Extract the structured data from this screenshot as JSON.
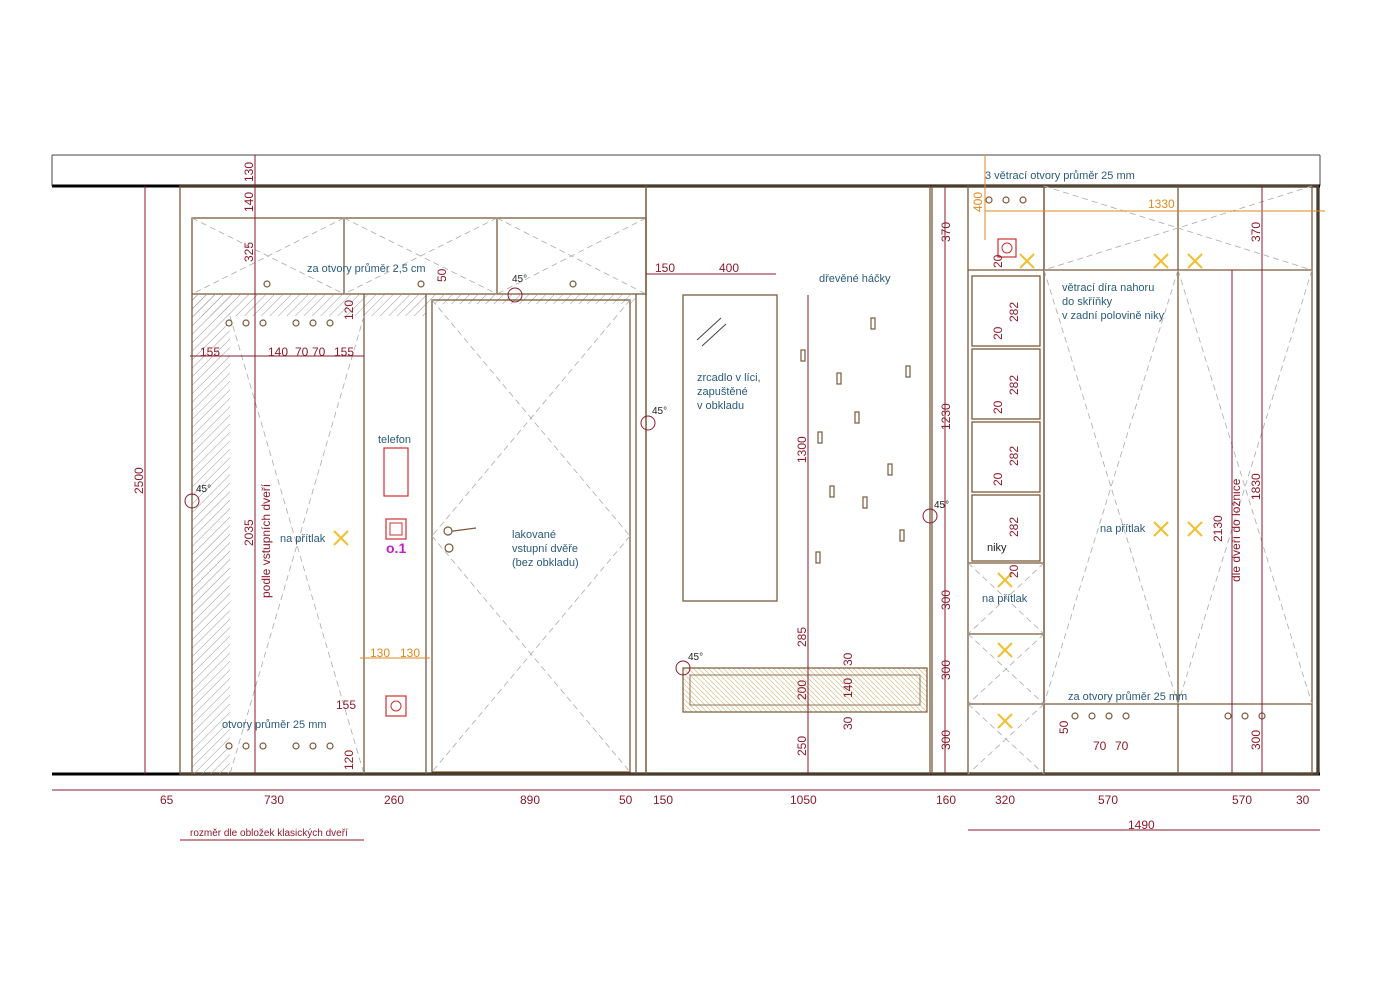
{
  "notes": {
    "vent_top": "3 větrací otvory průměr 25 mm",
    "holes_25cm": "za otvory průměr 2,5 cm",
    "holes_25mm_left": "otvory průměr 25 mm",
    "holes_25mm_right": "za otvory průměr 25 mm",
    "phone": "telefon",
    "push_left": "na přítlak",
    "push_mid": "na přítlak",
    "push_right": "na přítlak",
    "door_note_1": "lakované",
    "door_note_2": "vstupní dvěře",
    "door_note_3": "(bez obkladu)",
    "mirror_1": "zrcadlo v líci,",
    "mirror_2": "zapuštěné",
    "mirror_3": "v obkladu",
    "hooks": "dřevěné háčky",
    "vent_hole_1": "větrací díra nahoru",
    "vent_hole_2": "do skříňky",
    "vent_hole_3": "v zadní polovině niky",
    "niche": "niky",
    "door_casing": "rozměr dle obložek klasických dveří",
    "entry_door_height": "podle vstupních dveří",
    "bedroom_door_height": "dle dveří do ložnice",
    "marker_o1": "o.1",
    "angle": "45°"
  },
  "dims_bottom": [
    "65",
    "730",
    "260",
    "890",
    "50",
    "150",
    "1050",
    "160",
    "320",
    "570",
    "570",
    "30"
  ],
  "dim_total_right": "1490",
  "dims_left_vertical": [
    "130",
    "140",
    "325",
    "2500",
    "2035",
    "120"
  ],
  "dims_holes_left": [
    "155",
    "140",
    "70",
    "70",
    "155"
  ],
  "dims_small": {
    "d50": "50",
    "d120a": "120",
    "d155": "155",
    "d130a": "130",
    "d130b": "130"
  },
  "dims_mirror": {
    "w150": "150",
    "w400": "400",
    "h1300": "1300",
    "h285": "285",
    "h200": "200",
    "h250": "250",
    "h30a": "30",
    "h140": "140",
    "h30b": "30"
  },
  "dims_mid_vertical": [
    "370",
    "1230",
    "300",
    "300",
    "300"
  ],
  "dims_niche": [
    "20",
    "282",
    "20",
    "282",
    "20",
    "282",
    "20",
    "282",
    "20"
  ],
  "dims_right": {
    "w1330": "1330",
    "h400": "400",
    "h370": "370",
    "h2130": "2130",
    "h1830": "1830",
    "h300": "300",
    "h50": "50",
    "w70a": "70",
    "w70b": "70"
  }
}
